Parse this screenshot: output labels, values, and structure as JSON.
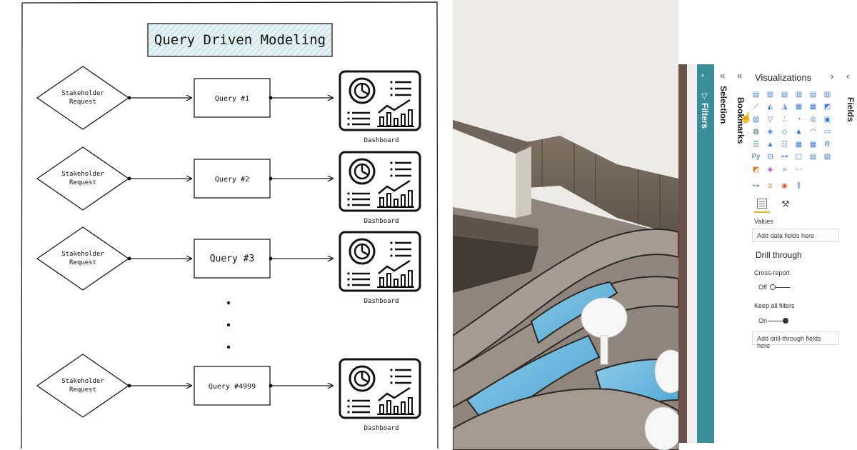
{
  "diagram": {
    "title": "Query Driven Modeling",
    "rows": [
      {
        "stakeholder_line1": "Stakeholder",
        "stakeholder_line2": "Request",
        "query": "Query #1",
        "dashboard": "Dashboard"
      },
      {
        "stakeholder_line1": "Stakeholder",
        "stakeholder_line2": "Request",
        "query": "Query #2",
        "dashboard": "Dashboard"
      },
      {
        "stakeholder_line1": "Stakeholder",
        "stakeholder_line2": "Request",
        "query": "Query #3",
        "dashboard": "Dashboard"
      },
      {
        "stakeholder_line1": "Stakeholder",
        "stakeholder_line2": "Request",
        "query": "Query #4999",
        "dashboard": "Dashboard"
      }
    ],
    "colors": {
      "title_fill": "#e4f1f5",
      "stroke": "#1a1a1a"
    }
  },
  "pbi": {
    "filters_label": "Filters",
    "selection_label": "Selection",
    "bookmarks_label": "Bookmarks",
    "visualizations_title": "Visualizations",
    "fields_label": "Fields",
    "values_label": "Values",
    "values_placeholder": "Add data fields here",
    "drill_through_title": "Drill through",
    "cross_report_label": "Cross-report",
    "cross_report_state": "Off",
    "keep_filters_label": "Keep all filters",
    "keep_filters_state": "On",
    "drill_placeholder": "Add drill-through fields here",
    "colors": {
      "filters_bar": "#3a8f9a",
      "accent": "#e6b821",
      "cursor": "#b0127a"
    }
  }
}
